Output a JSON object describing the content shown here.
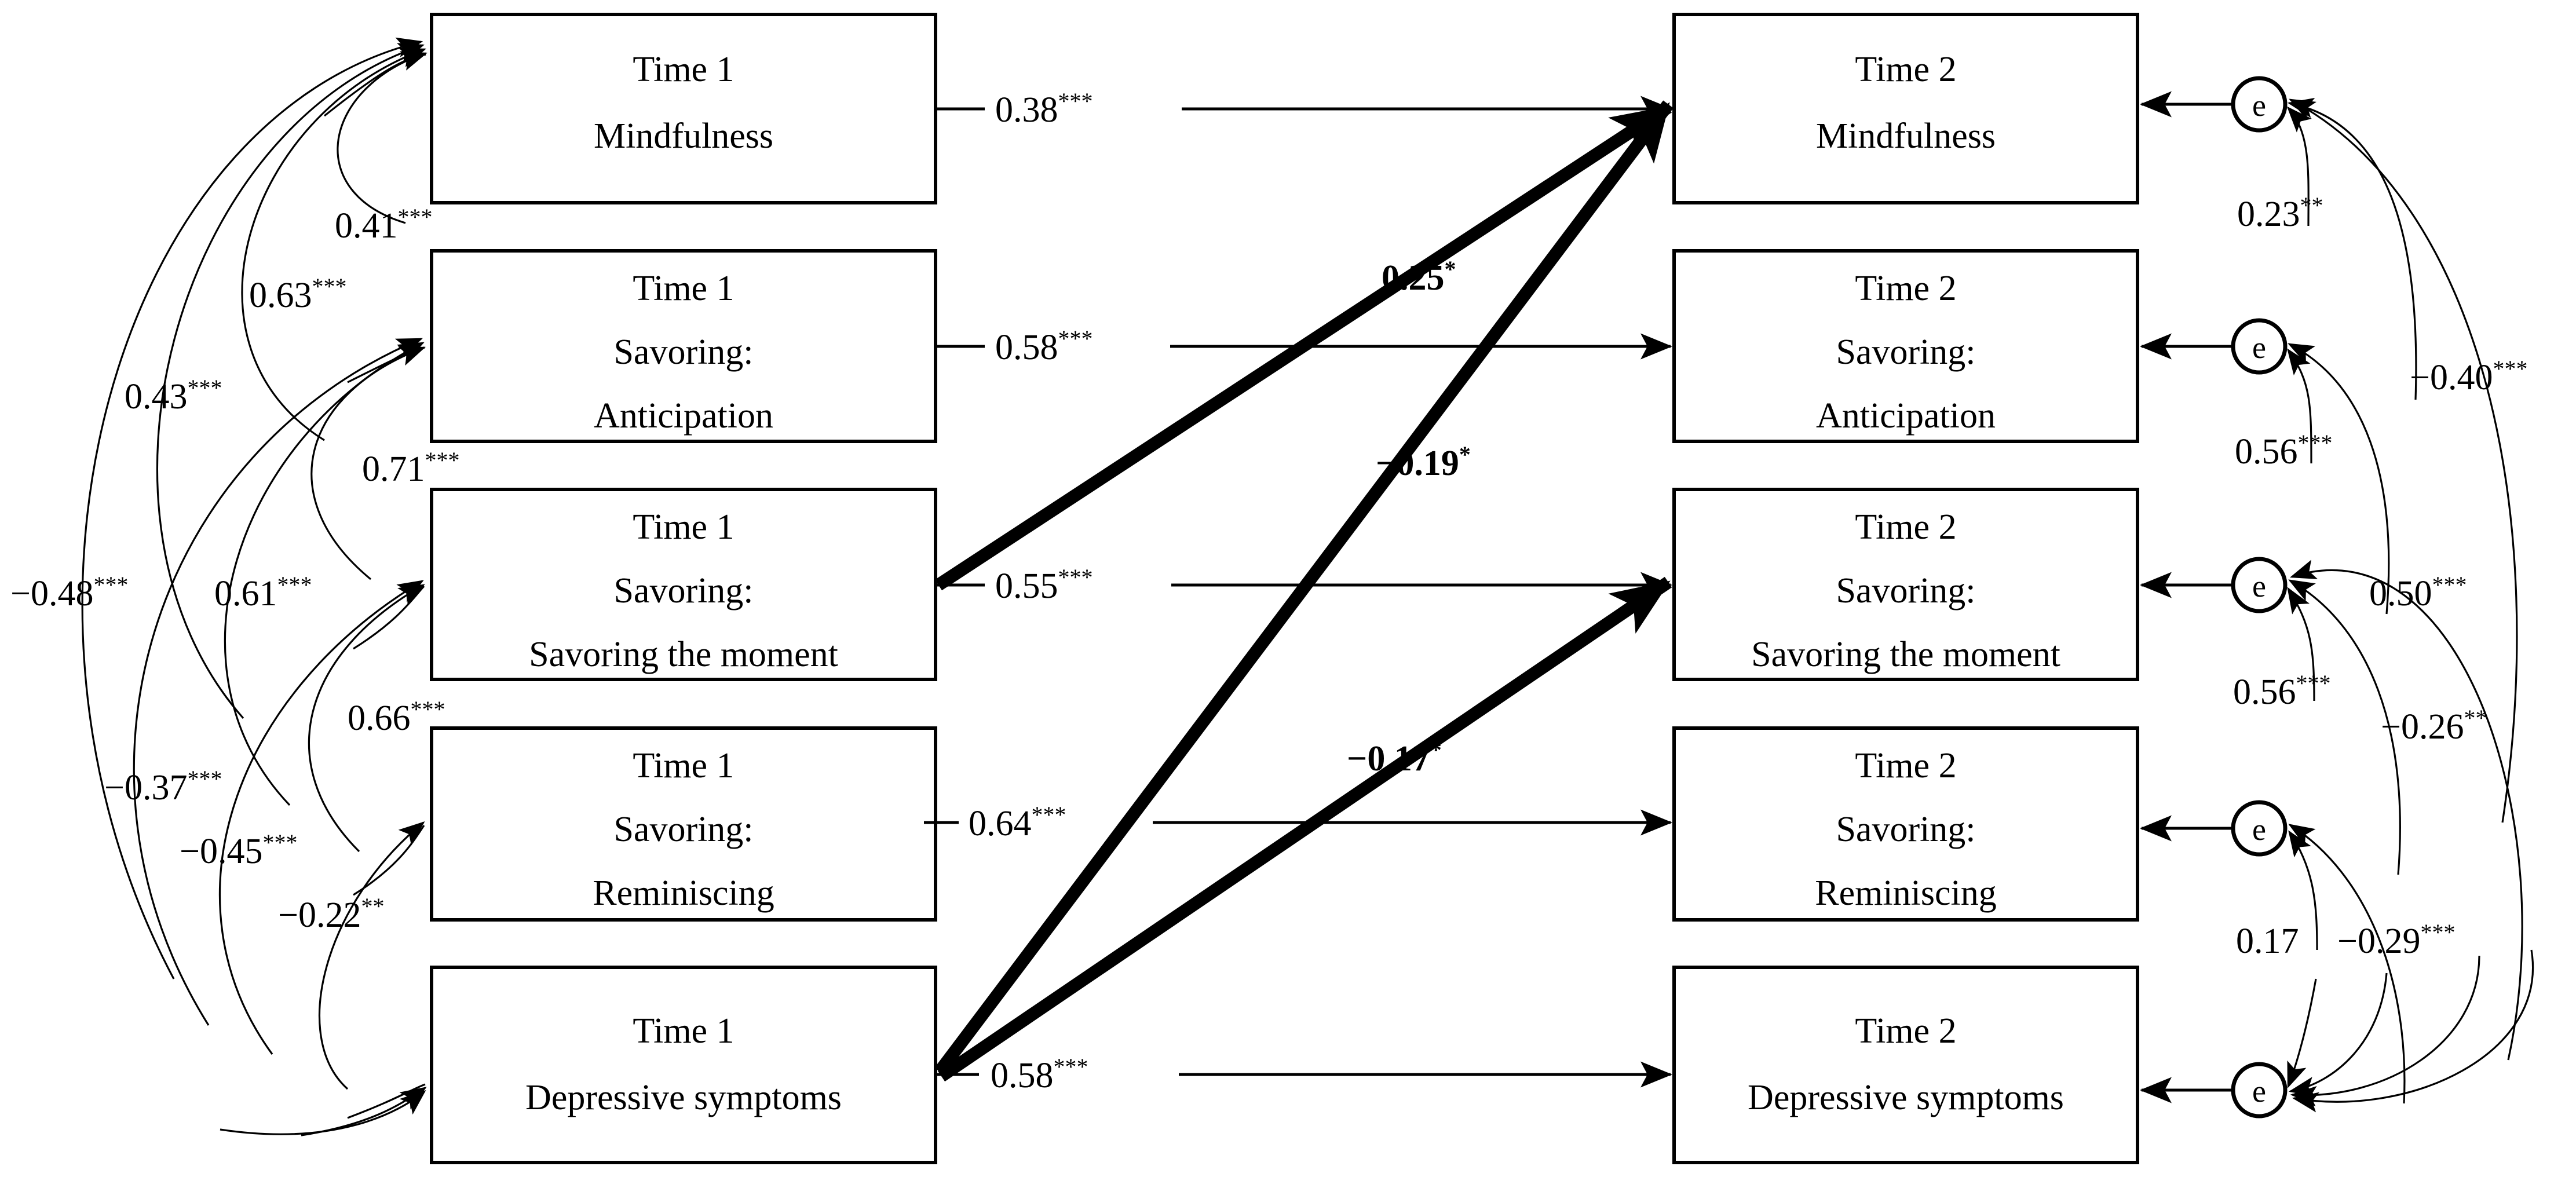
{
  "figure": {
    "type": "path-diagram",
    "title": "Cross-lagged panel model: mindfulness, savoring, and depressive symptoms",
    "significance_legend": {
      "one_star": "*",
      "two_star": "**",
      "three_star": "***"
    },
    "error_term_label": "e"
  },
  "nodes": {
    "t1": [
      {
        "id": "t1_mind",
        "lines": [
          "Time 1",
          "Mindfulness"
        ]
      },
      {
        "id": "t1_ant",
        "lines": [
          "Time 1",
          "Savoring:",
          "Anticipation"
        ]
      },
      {
        "id": "t1_mom",
        "lines": [
          "Time 1",
          "Savoring:",
          "Savoring the moment"
        ]
      },
      {
        "id": "t1_rem",
        "lines": [
          "Time 1",
          "Savoring:",
          "Reminiscing"
        ]
      },
      {
        "id": "t1_dep",
        "lines": [
          "Time 1",
          "Depressive symptoms"
        ]
      }
    ],
    "t2": [
      {
        "id": "t2_mind",
        "lines": [
          "Time 2",
          "Mindfulness"
        ]
      },
      {
        "id": "t2_ant",
        "lines": [
          "Time 2",
          "Savoring:",
          "Anticipation"
        ]
      },
      {
        "id": "t2_mom",
        "lines": [
          "Time 2",
          "Savoring:",
          "Savoring the moment"
        ]
      },
      {
        "id": "t2_rem",
        "lines": [
          "Time 2",
          "Savoring:",
          "Reminiscing"
        ]
      },
      {
        "id": "t2_dep",
        "lines": [
          "Time 2",
          "Depressive symptoms"
        ]
      }
    ]
  },
  "autoregressive_paths": [
    {
      "from": "t1_mind",
      "to": "t2_mind",
      "value": "0.38",
      "stars": "***"
    },
    {
      "from": "t1_ant",
      "to": "t2_ant",
      "value": "0.58",
      "stars": "***"
    },
    {
      "from": "t1_mom",
      "to": "t2_mom",
      "value": "0.55",
      "stars": "***"
    },
    {
      "from": "t1_rem",
      "to": "t2_rem",
      "value": "0.64",
      "stars": "***"
    },
    {
      "from": "t1_dep",
      "to": "t2_dep",
      "value": "0.58",
      "stars": "***"
    }
  ],
  "cross_lagged_paths": [
    {
      "from": "t1_mom",
      "to": "t2_mind",
      "value": "0.25",
      "stars": "*",
      "bold": true
    },
    {
      "from": "t1_dep",
      "to": "t2_mind",
      "value": "−0.19",
      "stars": "*",
      "bold": true
    },
    {
      "from": "t1_dep",
      "to": "t2_mom",
      "value": "−0.17",
      "stars": "*",
      "bold": true
    }
  ],
  "t1_correlations": [
    {
      "value": "0.41",
      "stars": "***"
    },
    {
      "value": "0.63",
      "stars": "***"
    },
    {
      "value": "0.43",
      "stars": "***"
    },
    {
      "value": "0.71",
      "stars": "***"
    },
    {
      "value": "0.61",
      "stars": "***"
    },
    {
      "value": "−0.48",
      "stars": "***"
    },
    {
      "value": "0.66",
      "stars": "***"
    },
    {
      "value": "−0.37",
      "stars": "***"
    },
    {
      "value": "−0.45",
      "stars": "***"
    },
    {
      "value": "−0.22",
      "stars": "**"
    }
  ],
  "t2_error_correlations": [
    {
      "value": "0.23",
      "stars": "**"
    },
    {
      "value": "−0.40",
      "stars": "***"
    },
    {
      "value": "0.56",
      "stars": "***"
    },
    {
      "value": "0.50",
      "stars": "***"
    },
    {
      "value": "0.56",
      "stars": "***"
    },
    {
      "value": "−0.26",
      "stars": "**"
    },
    {
      "value": "0.17",
      "stars": ""
    },
    {
      "value": "−0.29",
      "stars": "***"
    }
  ],
  "error_terms": [
    "e",
    "e",
    "e",
    "e",
    "e"
  ],
  "colors": {
    "stroke": "#000000",
    "fill": "#ffffff"
  }
}
